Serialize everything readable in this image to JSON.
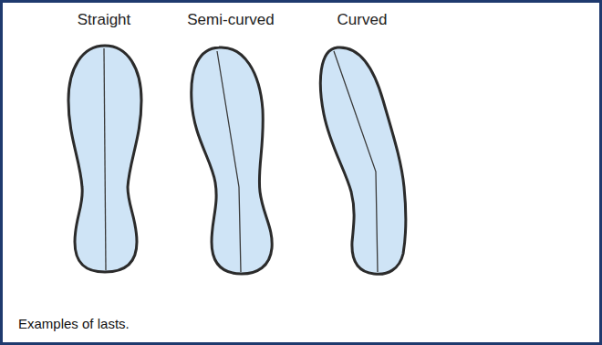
{
  "diagram": {
    "caption": "Examples of lasts.",
    "labels": [
      "Straight",
      "Semi-curved",
      "Curved"
    ]
  }
}
